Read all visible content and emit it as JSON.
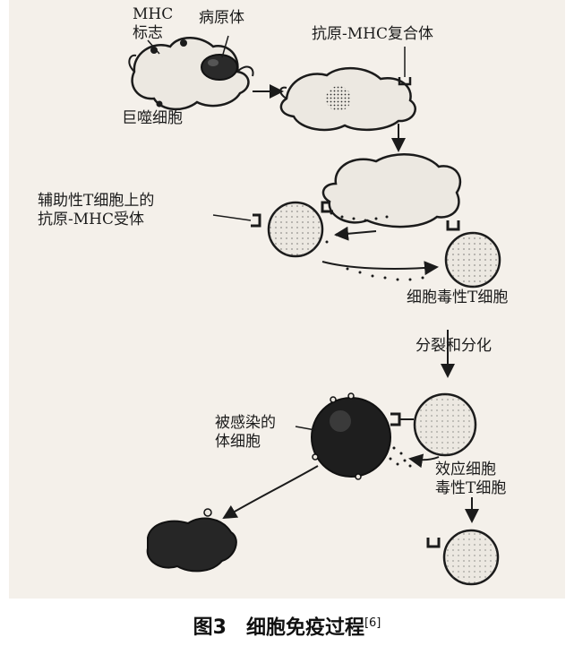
{
  "labels": {
    "mhc_marker": "MHC\n标志",
    "pathogen": "病原体",
    "macrophage": "巨噬细胞",
    "antigen_mhc_complex": "抗原-MHC复合体",
    "helper_t_receptor": "辅助性T细胞上的\n抗原-MHC受体",
    "cytotoxic_t_cell": "细胞毒性T细胞",
    "divide_differentiate": "分裂和分化",
    "infected_cell": "被感染的\n体细胞",
    "effector_cytotoxic_t": "效应细胞\n毒性T细胞"
  },
  "caption": {
    "figure_number": "图3",
    "title": "细胞免疫过程",
    "reference": "[6]"
  },
  "colors": {
    "background": "#f4f0ea",
    "cell_light": "#ece8e1",
    "cell_dark": "#1e1e1e",
    "ink": "#1b1b1b"
  }
}
